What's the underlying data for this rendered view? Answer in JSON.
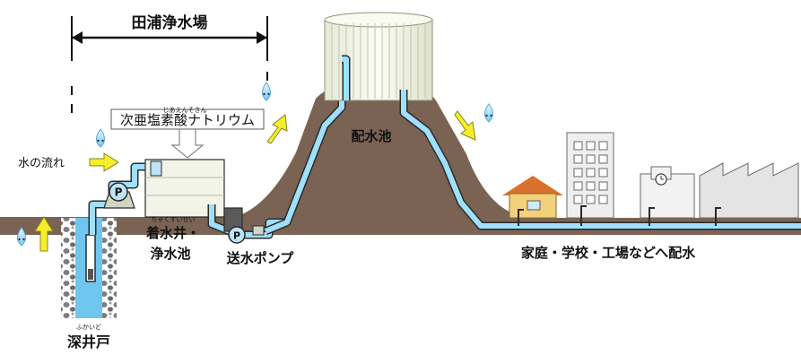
{
  "title": "田浦浄水場",
  "chemical": {
    "ruby": "じあえんそさん",
    "label": "次亜塩素酸ナトリウム"
  },
  "flow_label": "水の流れ",
  "reservoir": "配水池",
  "settling": {
    "ruby": "ちゃくすいせい",
    "line1": "着水井・",
    "line2": "浄水池"
  },
  "pump": "送水ポンプ",
  "pump_symbol": "P",
  "well": {
    "ruby": "ふかいど",
    "label": "深井戸"
  },
  "distribution": "家庭・学校・工場などへ配水",
  "colors": {
    "ground": "#7a6353",
    "ground_dark": "#5e4a3d",
    "pipe": "#9fe0ff",
    "pipe_outline": "#2b2b2b",
    "arrow": "#f5ee2a",
    "tank": "#f3f4e8",
    "well_water": "#6fc7f0",
    "house_roof": "#d9712c",
    "house_wall": "#f3d07a",
    "building": "#e8e8e8"
  }
}
